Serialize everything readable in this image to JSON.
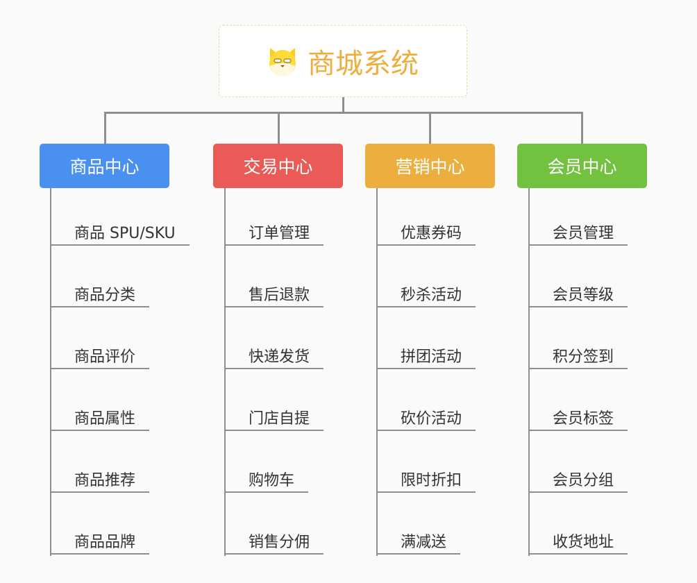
{
  "title": "商城系统",
  "title_icon": "shiba-dog-icon",
  "colors": {
    "title": "#eeae3f",
    "connector": "#8e8e8e"
  },
  "centers": [
    {
      "label": "商品中心",
      "color": "#4a90f0",
      "items": [
        "商品 SPU/SKU",
        "商品分类",
        "商品评价",
        "商品属性",
        "商品推荐",
        "商品品牌"
      ]
    },
    {
      "label": "交易中心",
      "color": "#ea5b58",
      "items": [
        "订单管理",
        "售后退款",
        "快递发货",
        "门店自提",
        "购物车",
        "销售分佣"
      ]
    },
    {
      "label": "营销中心",
      "color": "#edae40",
      "items": [
        "优惠券码",
        "秒杀活动",
        "拼团活动",
        "砍价活动",
        "限时折扣",
        "满减送"
      ]
    },
    {
      "label": "会员中心",
      "color": "#72c13f",
      "items": [
        "会员管理",
        "会员等级",
        "积分签到",
        "会员标签",
        "会员分组",
        "收货地址"
      ]
    }
  ]
}
